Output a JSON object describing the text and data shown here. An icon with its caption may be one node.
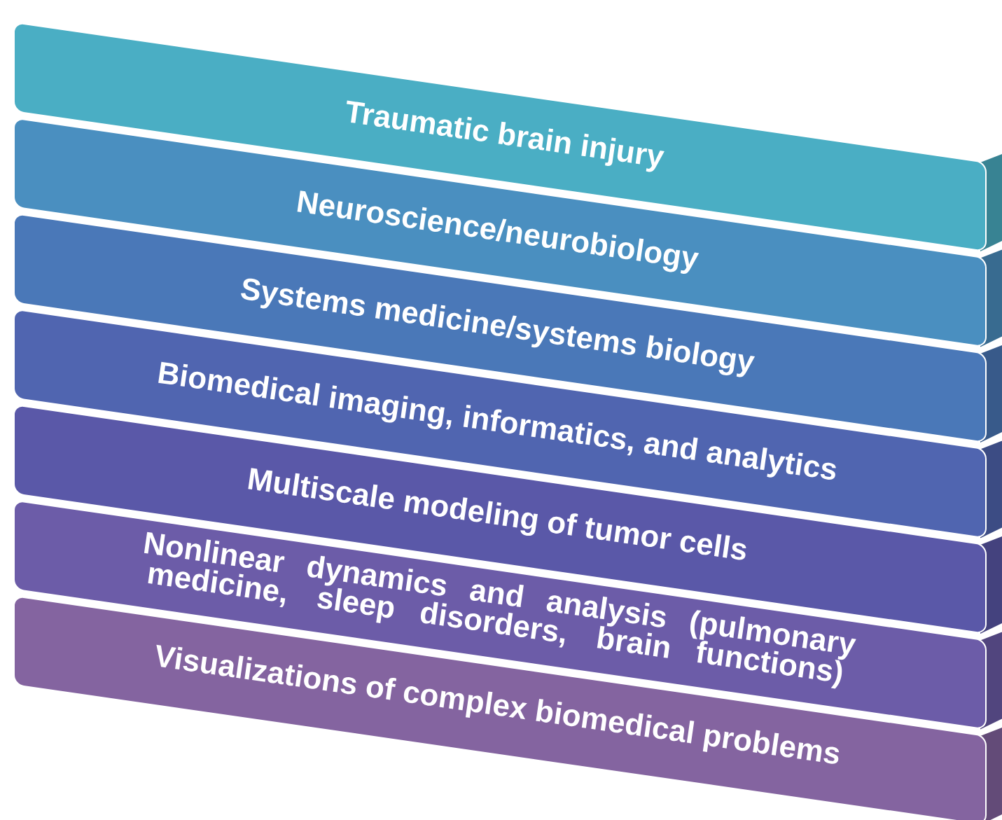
{
  "diagram": {
    "nodes": [
      {
        "text": [
          "Traumatic brain injury"
        ]
      },
      {
        "text": [
          "Neuroscience/neurobiology"
        ]
      },
      {
        "text": [
          "Systems medicine/systems biology"
        ]
      },
      {
        "text": [
          "Biomedical imaging, informatics, and analytics"
        ]
      },
      {
        "text": [
          "Multiscale modeling of tumor cells"
        ]
      },
      {
        "text": [
          "Nonlinear dynamics and analysis (pulmonary medicine, sleep disorders, brain functions)"
        ]
      },
      {
        "text": [
          "Visualizations of complex biomedical problems"
        ]
      }
    ]
  }
}
